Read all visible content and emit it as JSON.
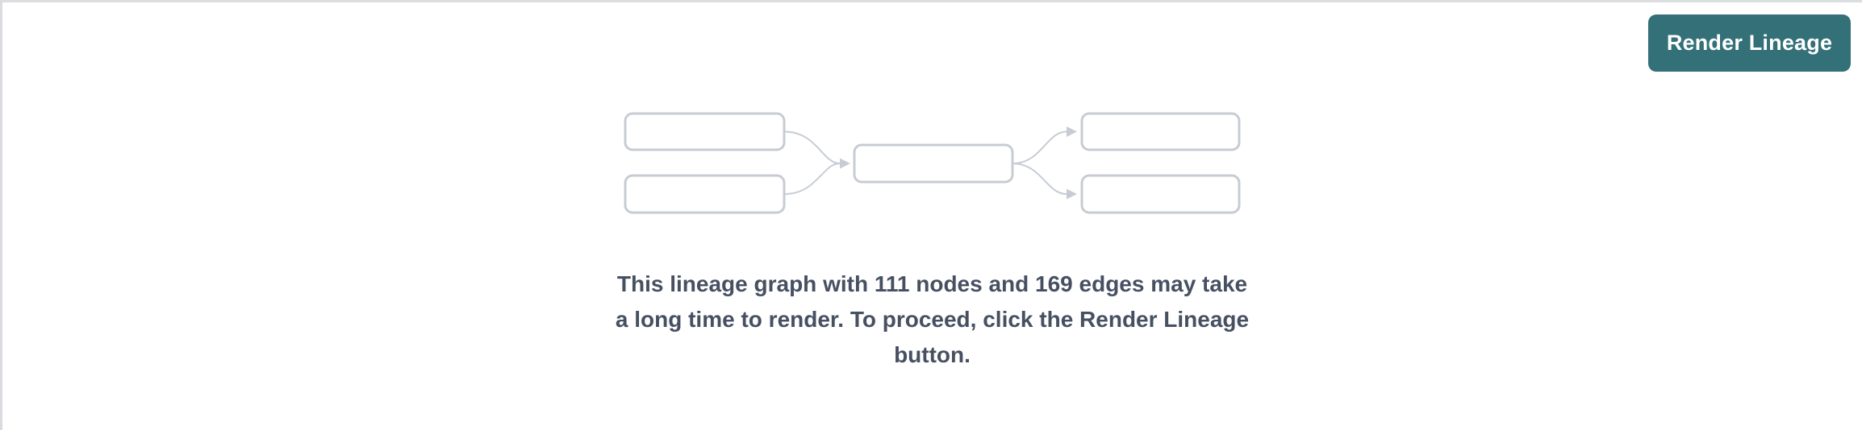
{
  "toolbar": {
    "render_button": {
      "label": "Render Lineage",
      "background_color": "#337078",
      "text_color": "#ffffff"
    }
  },
  "empty_state": {
    "message_lines": [
      "This lineage graph with 111 nodes and 169 edges may take",
      "a long time to render. To proceed, click the Render Lineage",
      "button."
    ],
    "node_count": "111",
    "edge_count": "169",
    "message_text_color": "#475062",
    "illustration": {
      "name": "lineage-graph-placeholder",
      "node_fill": "#ffffff",
      "node_border_color": "#c7ccd4",
      "edge_color": "#c7ccd4",
      "left_nodes": 2,
      "middle_nodes": 1,
      "right_nodes": 2
    }
  }
}
